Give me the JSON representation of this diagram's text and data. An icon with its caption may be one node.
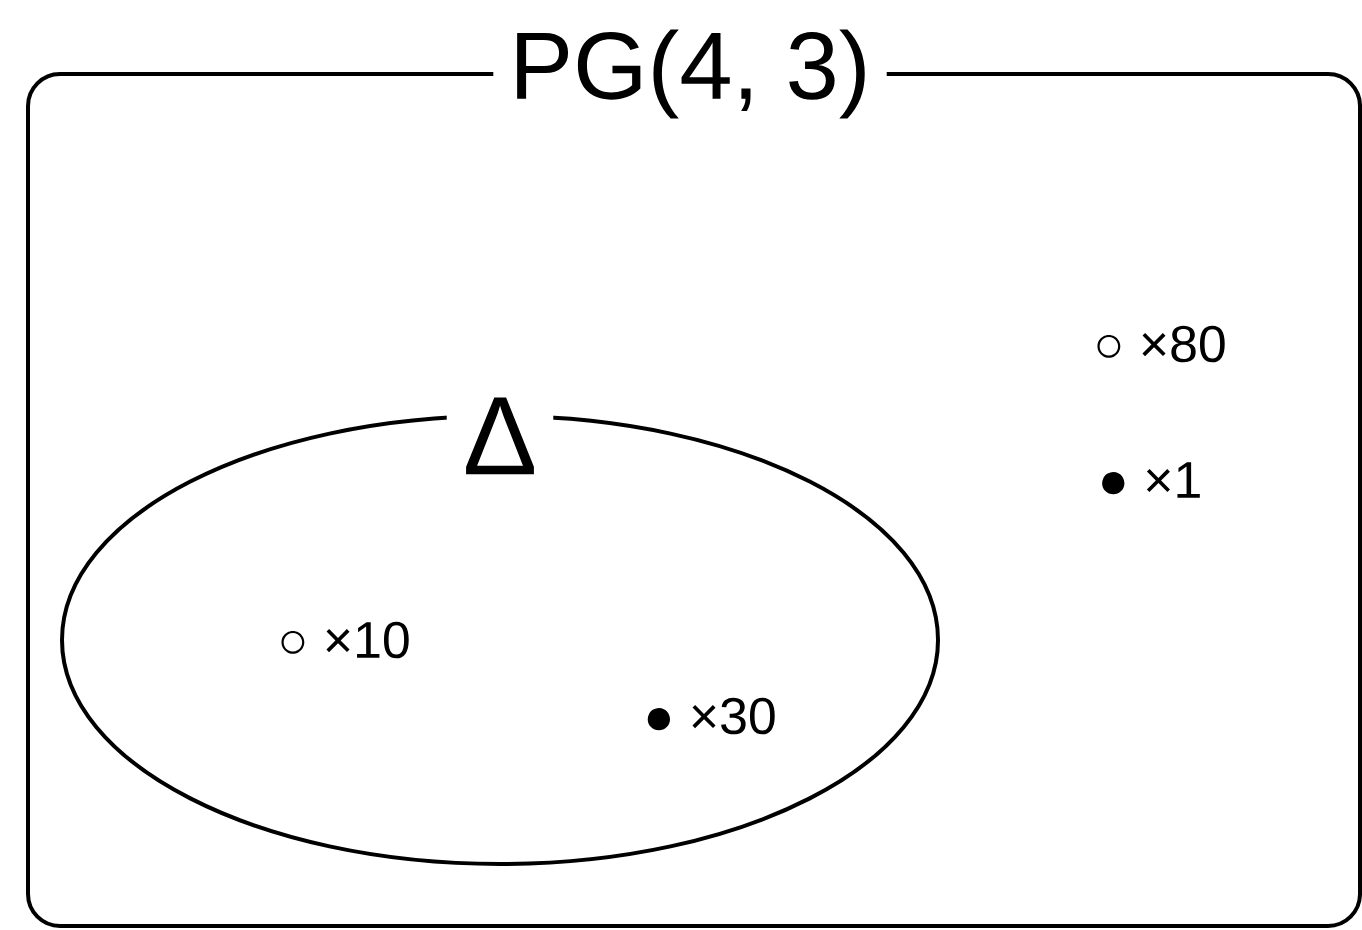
{
  "diagram": {
    "nodes": [
      {
        "text": [
          "PG(4, 3)",
          "○ ×80",
          "● ×1"
        ]
      },
      {
        "text": [
          "Δ",
          "○ ×10",
          "● ×30"
        ],
        "in": 0
      }
    ]
  }
}
